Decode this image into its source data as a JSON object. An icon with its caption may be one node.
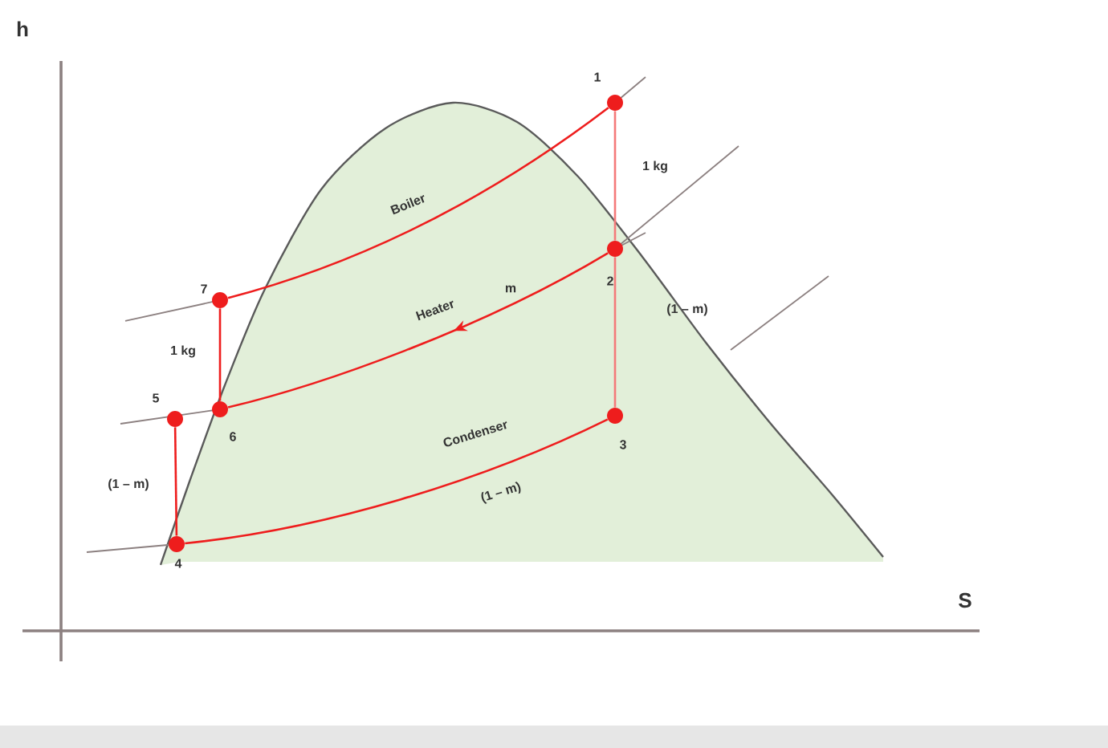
{
  "diagram": {
    "nodes": [
      {
        "text": [],
        "shape": "circle",
        "beside": [
          "1"
        ]
      },
      {
        "text": [],
        "shape": "circle",
        "beside": [
          "2"
        ]
      },
      {
        "text": [],
        "shape": "circle",
        "beside": [
          "3"
        ]
      },
      {
        "text": [],
        "shape": "circle",
        "beside": [
          "4"
        ]
      },
      {
        "text": [],
        "shape": "circle",
        "beside": [
          "5"
        ]
      },
      {
        "text": [],
        "shape": "circle",
        "beside": [
          "6"
        ]
      },
      {
        "text": [],
        "shape": "circle",
        "beside": [
          "7"
        ]
      }
    ],
    "edges": [
      {
        "from": 0,
        "to": 1,
        "arrow": "none",
        "label": "1 kg",
        "color": "#f47a7a"
      },
      {
        "from": 1,
        "to": 2,
        "arrow": "none",
        "label": "(1 – m)",
        "color": "#f47a7a"
      },
      {
        "from": 2,
        "to": 3,
        "arrow": "none",
        "label": "Condenser"
      },
      {
        "from": 3,
        "to": 4,
        "arrow": "none",
        "label": "(1 – m)"
      },
      {
        "from": 1,
        "to": 5,
        "arrow": "to",
        "label": "Heater"
      },
      {
        "from": 5,
        "to": 6,
        "arrow": "none",
        "label": "1 kg"
      },
      {
        "from": 6,
        "to": 0,
        "arrow": "none",
        "label": "Boiler"
      }
    ],
    "labels": [
      "h",
      "S",
      "m",
      "(1 – m)"
    ]
  }
}
